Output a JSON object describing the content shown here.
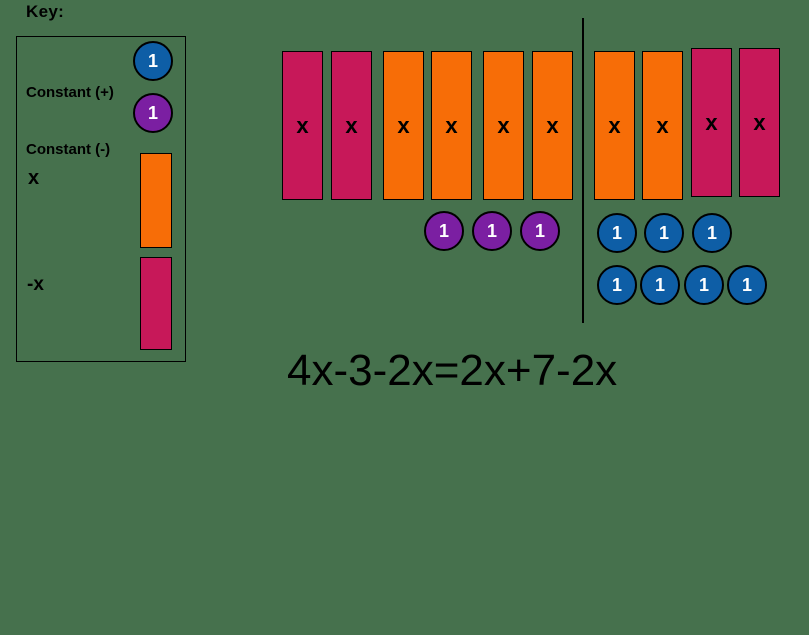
{
  "colors": {
    "background": "#46714D",
    "positive_unit": "#0E5EA6",
    "negative_unit": "#7B1FA2",
    "positive_x": "#F76D07",
    "negative_x": "#C71859",
    "outline": "#000000",
    "label_text": "#000000",
    "unit_text": "#FFFFFF"
  },
  "key": {
    "title": "Key:",
    "items": [
      {
        "label": "Constant (+)",
        "type": "positive-unit",
        "symbol": "1"
      },
      {
        "label": "Constant (-)",
        "type": "negative-unit",
        "symbol": "1"
      },
      {
        "label": "x",
        "type": "positive-x"
      },
      {
        "label": "-x",
        "type": "negative-x"
      }
    ]
  },
  "board": {
    "left_side": {
      "expression": "4x-3-2x",
      "x_tiles": [
        {
          "type": "negative-x",
          "label": "x"
        },
        {
          "type": "negative-x",
          "label": "x"
        },
        {
          "type": "positive-x",
          "label": "x"
        },
        {
          "type": "positive-x",
          "label": "x"
        },
        {
          "type": "positive-x",
          "label": "x"
        },
        {
          "type": "positive-x",
          "label": "x"
        }
      ],
      "unit_tiles": [
        {
          "type": "negative-unit",
          "symbol": "1"
        },
        {
          "type": "negative-unit",
          "symbol": "1"
        },
        {
          "type": "negative-unit",
          "symbol": "1"
        }
      ]
    },
    "right_side": {
      "expression": "2x+7-2x",
      "x_tiles": [
        {
          "type": "positive-x",
          "label": "x"
        },
        {
          "type": "positive-x",
          "label": "x"
        },
        {
          "type": "negative-x",
          "label": "x"
        },
        {
          "type": "negative-x",
          "label": "x"
        }
      ],
      "unit_rows": [
        [
          {
            "type": "positive-unit",
            "symbol": "1"
          },
          {
            "type": "positive-unit",
            "symbol": "1"
          },
          {
            "type": "positive-unit",
            "symbol": "1"
          }
        ],
        [
          {
            "type": "positive-unit",
            "symbol": "1"
          },
          {
            "type": "positive-unit",
            "symbol": "1"
          },
          {
            "type": "positive-unit",
            "symbol": "1"
          },
          {
            "type": "positive-unit",
            "symbol": "1"
          }
        ]
      ]
    }
  },
  "equation": "4x-3-2x=2x+7-2x"
}
